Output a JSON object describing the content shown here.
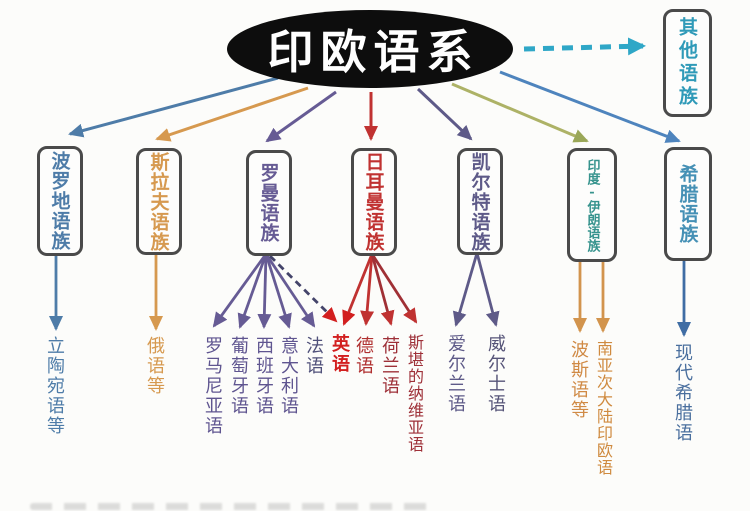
{
  "root": {
    "label": "印欧语系"
  },
  "other_branch": {
    "label": "其他语族",
    "color": "#2f9ab8",
    "arrow_style": "dashed-teal"
  },
  "families": [
    {
      "label": "波罗地语族",
      "color": "#4e7ca8",
      "leaves": [
        {
          "label": "立陶宛语等"
        }
      ]
    },
    {
      "label": "斯拉夫语族",
      "color": "#d6994f",
      "leaves": [
        {
          "label": "俄语等"
        }
      ]
    },
    {
      "label": "罗曼语族",
      "color": "#665b94",
      "leaves": [
        {
          "label": "罗马尼亚语"
        },
        {
          "label": "葡萄牙语"
        },
        {
          "label": "西班牙语"
        },
        {
          "label": "意大利语"
        },
        {
          "label": "法语"
        }
      ],
      "dashed_influence_target": "英语"
    },
    {
      "label": "日耳曼语族",
      "color": "#c03231",
      "leaves": [
        {
          "label": "英语"
        },
        {
          "label": "德语"
        },
        {
          "label": "荷兰语"
        },
        {
          "label": "斯堪的纳维亚语"
        }
      ]
    },
    {
      "label": "凯尔特语族",
      "color": "#5e5a88",
      "leaves": [
        {
          "label": "爱尔兰语"
        },
        {
          "label": "威尔士语"
        }
      ]
    },
    {
      "label": "印度-伊朗语族",
      "color": "#36938d",
      "leaves": [
        {
          "label": "波斯语等"
        },
        {
          "label": "南亚次大陆印欧语"
        }
      ]
    },
    {
      "label": "希腊语族",
      "color": "#4590b5",
      "leaves": [
        {
          "label": "现代希腊语"
        }
      ]
    }
  ],
  "edge_colors": {
    "baltic": "#4e7ca8",
    "slavic": "#d6994f",
    "romance": "#665b94",
    "germanic": "#c03231",
    "celtic": "#5e5a88",
    "indo_iranian_in": "#adb266",
    "indo_iranian_out": "#d2944d",
    "greek_in": "#4e84bd",
    "greek_out": "#3f6da4",
    "other_dashed": "#2fa7c7",
    "english_highlight": "#d21f1f"
  }
}
